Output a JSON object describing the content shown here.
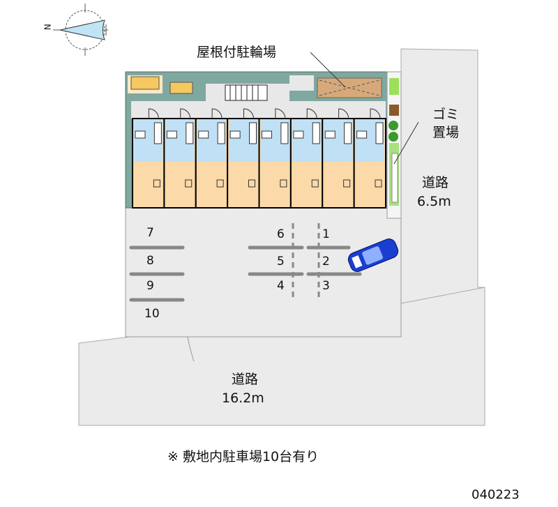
{
  "compass": {
    "north_label": "N"
  },
  "labels": {
    "bike_parking": "屋根付駐輪場",
    "garbage_1": "ゴミ",
    "garbage_2": "置場",
    "road_right_1": "道路",
    "road_right_2": "6.5m",
    "road_bottom_1": "道路",
    "road_bottom_2": "16.2m",
    "note": "※ 敷地内駐車場10台有り",
    "code": "040223"
  },
  "parking_numbers": [
    "1",
    "2",
    "3",
    "4",
    "5",
    "6",
    "7",
    "8",
    "9",
    "10"
  ],
  "units_count": 8,
  "colors": {
    "road": "#ebebeb",
    "wall": "#7fa8a0",
    "room": "#fcd9a8",
    "wet": "#bfe0f5",
    "car": "#1a3fd0"
  }
}
